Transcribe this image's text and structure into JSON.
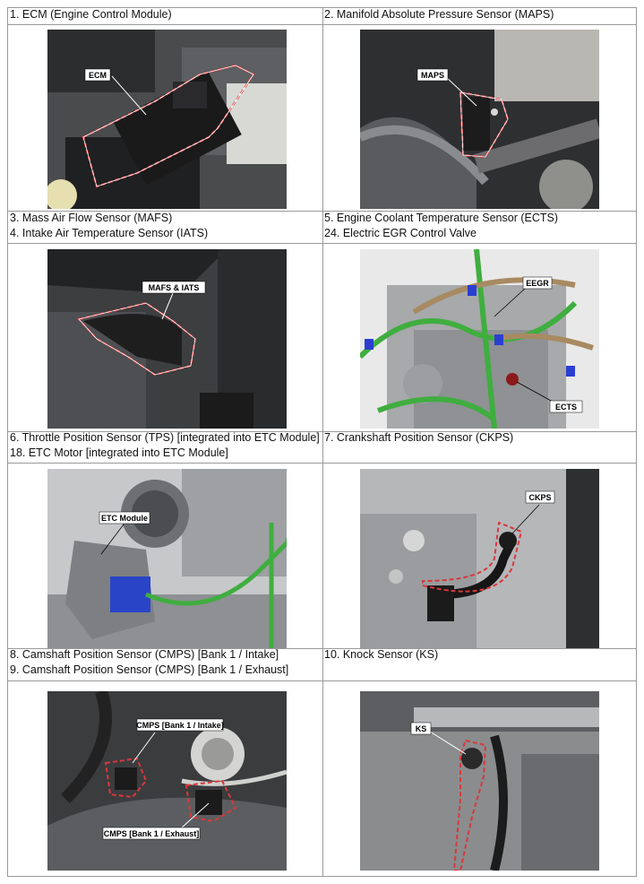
{
  "cells": [
    {
      "lines": [
        "1. ECM (Engine Control Module)"
      ],
      "callouts": [
        "ECM"
      ]
    },
    {
      "lines": [
        "2. Manifold Absolute Pressure Sensor (MAPS)"
      ],
      "callouts": [
        "MAPS"
      ]
    },
    {
      "lines": [
        "3. Mass Air Flow Sensor (MAFS)",
        "4. Intake Air Temperature Sensor (IATS)"
      ],
      "callouts": [
        "MAFS & IATS"
      ]
    },
    {
      "lines": [
        "5. Engine Coolant Temperature Sensor (ECTS)",
        "24. Electric EGR Control Valve"
      ],
      "callouts": [
        "EEGR",
        "ECTS"
      ]
    },
    {
      "lines": [
        "6. Throttle Position Sensor (TPS) [integrated into ETC Module]",
        "18. ETC Motor [integrated into ETC Module]"
      ],
      "callouts": [
        "ETC Module"
      ]
    },
    {
      "lines": [
        "7. Crankshaft Position Sensor (CKPS)"
      ],
      "callouts": [
        "CKPS"
      ]
    },
    {
      "lines": [
        "8. Camshaft Position Sensor (CMPS) [Bank 1 / Intake]",
        "9. Camshaft Position Sensor (CMPS) [Bank 1 / Exhaust]"
      ],
      "callouts": [
        "CMPS [Bank 1 / Intake]",
        "CMPS [Bank 1 / Exhaust]"
      ]
    },
    {
      "lines": [
        "10. Knock Sensor (KS)"
      ],
      "callouts": [
        "KS"
      ]
    }
  ]
}
